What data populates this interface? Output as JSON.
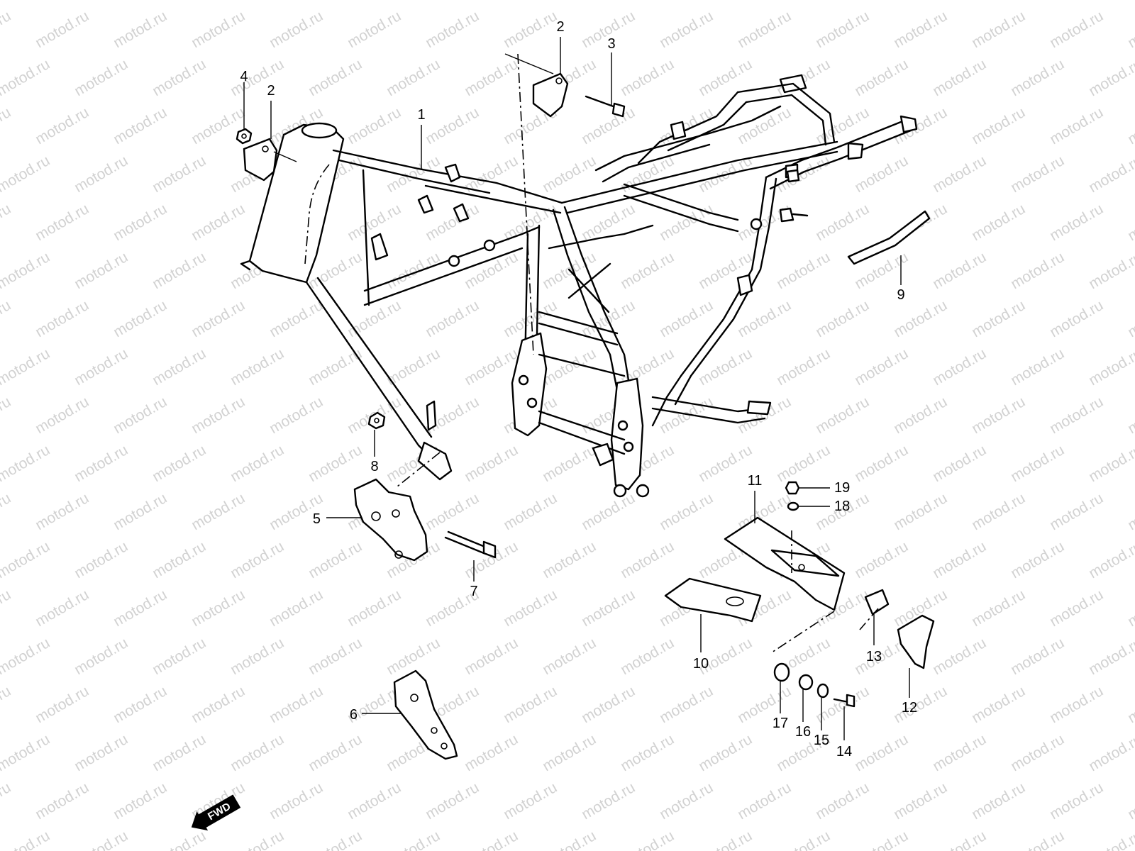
{
  "watermark": {
    "text": "motod.ru",
    "color": "#d2d2d2"
  },
  "direction_badge": {
    "text": "FWD"
  },
  "colors": {
    "line": "#000000",
    "background": "#ffffff"
  },
  "callouts": [
    {
      "id": "1",
      "label": "1",
      "part": "frame"
    },
    {
      "id": "2a",
      "label": "2",
      "part": "bracket-plate-left"
    },
    {
      "id": "2b",
      "label": "2",
      "part": "bracket-plate-right"
    },
    {
      "id": "3",
      "label": "3",
      "part": "bolt"
    },
    {
      "id": "4",
      "label": "4",
      "part": "nut"
    },
    {
      "id": "5",
      "label": "5",
      "part": "footrest-bracket-right"
    },
    {
      "id": "6",
      "label": "6",
      "part": "footrest-bracket-left"
    },
    {
      "id": "7",
      "label": "7",
      "part": "bolt"
    },
    {
      "id": "8",
      "label": "8",
      "part": "nut"
    },
    {
      "id": "9",
      "label": "9",
      "part": "strap"
    },
    {
      "id": "10",
      "label": "10",
      "part": "cover"
    },
    {
      "id": "11",
      "label": "11",
      "part": "battery-holder"
    },
    {
      "id": "12",
      "label": "12",
      "part": "bracket"
    },
    {
      "id": "13",
      "label": "13",
      "part": "bracket"
    },
    {
      "id": "14",
      "label": "14",
      "part": "screw"
    },
    {
      "id": "15",
      "label": "15",
      "part": "washer"
    },
    {
      "id": "16",
      "label": "16",
      "part": "collar"
    },
    {
      "id": "17",
      "label": "17",
      "part": "cushion"
    },
    {
      "id": "18",
      "label": "18",
      "part": "washer"
    },
    {
      "id": "19",
      "label": "19",
      "part": "nut"
    }
  ]
}
